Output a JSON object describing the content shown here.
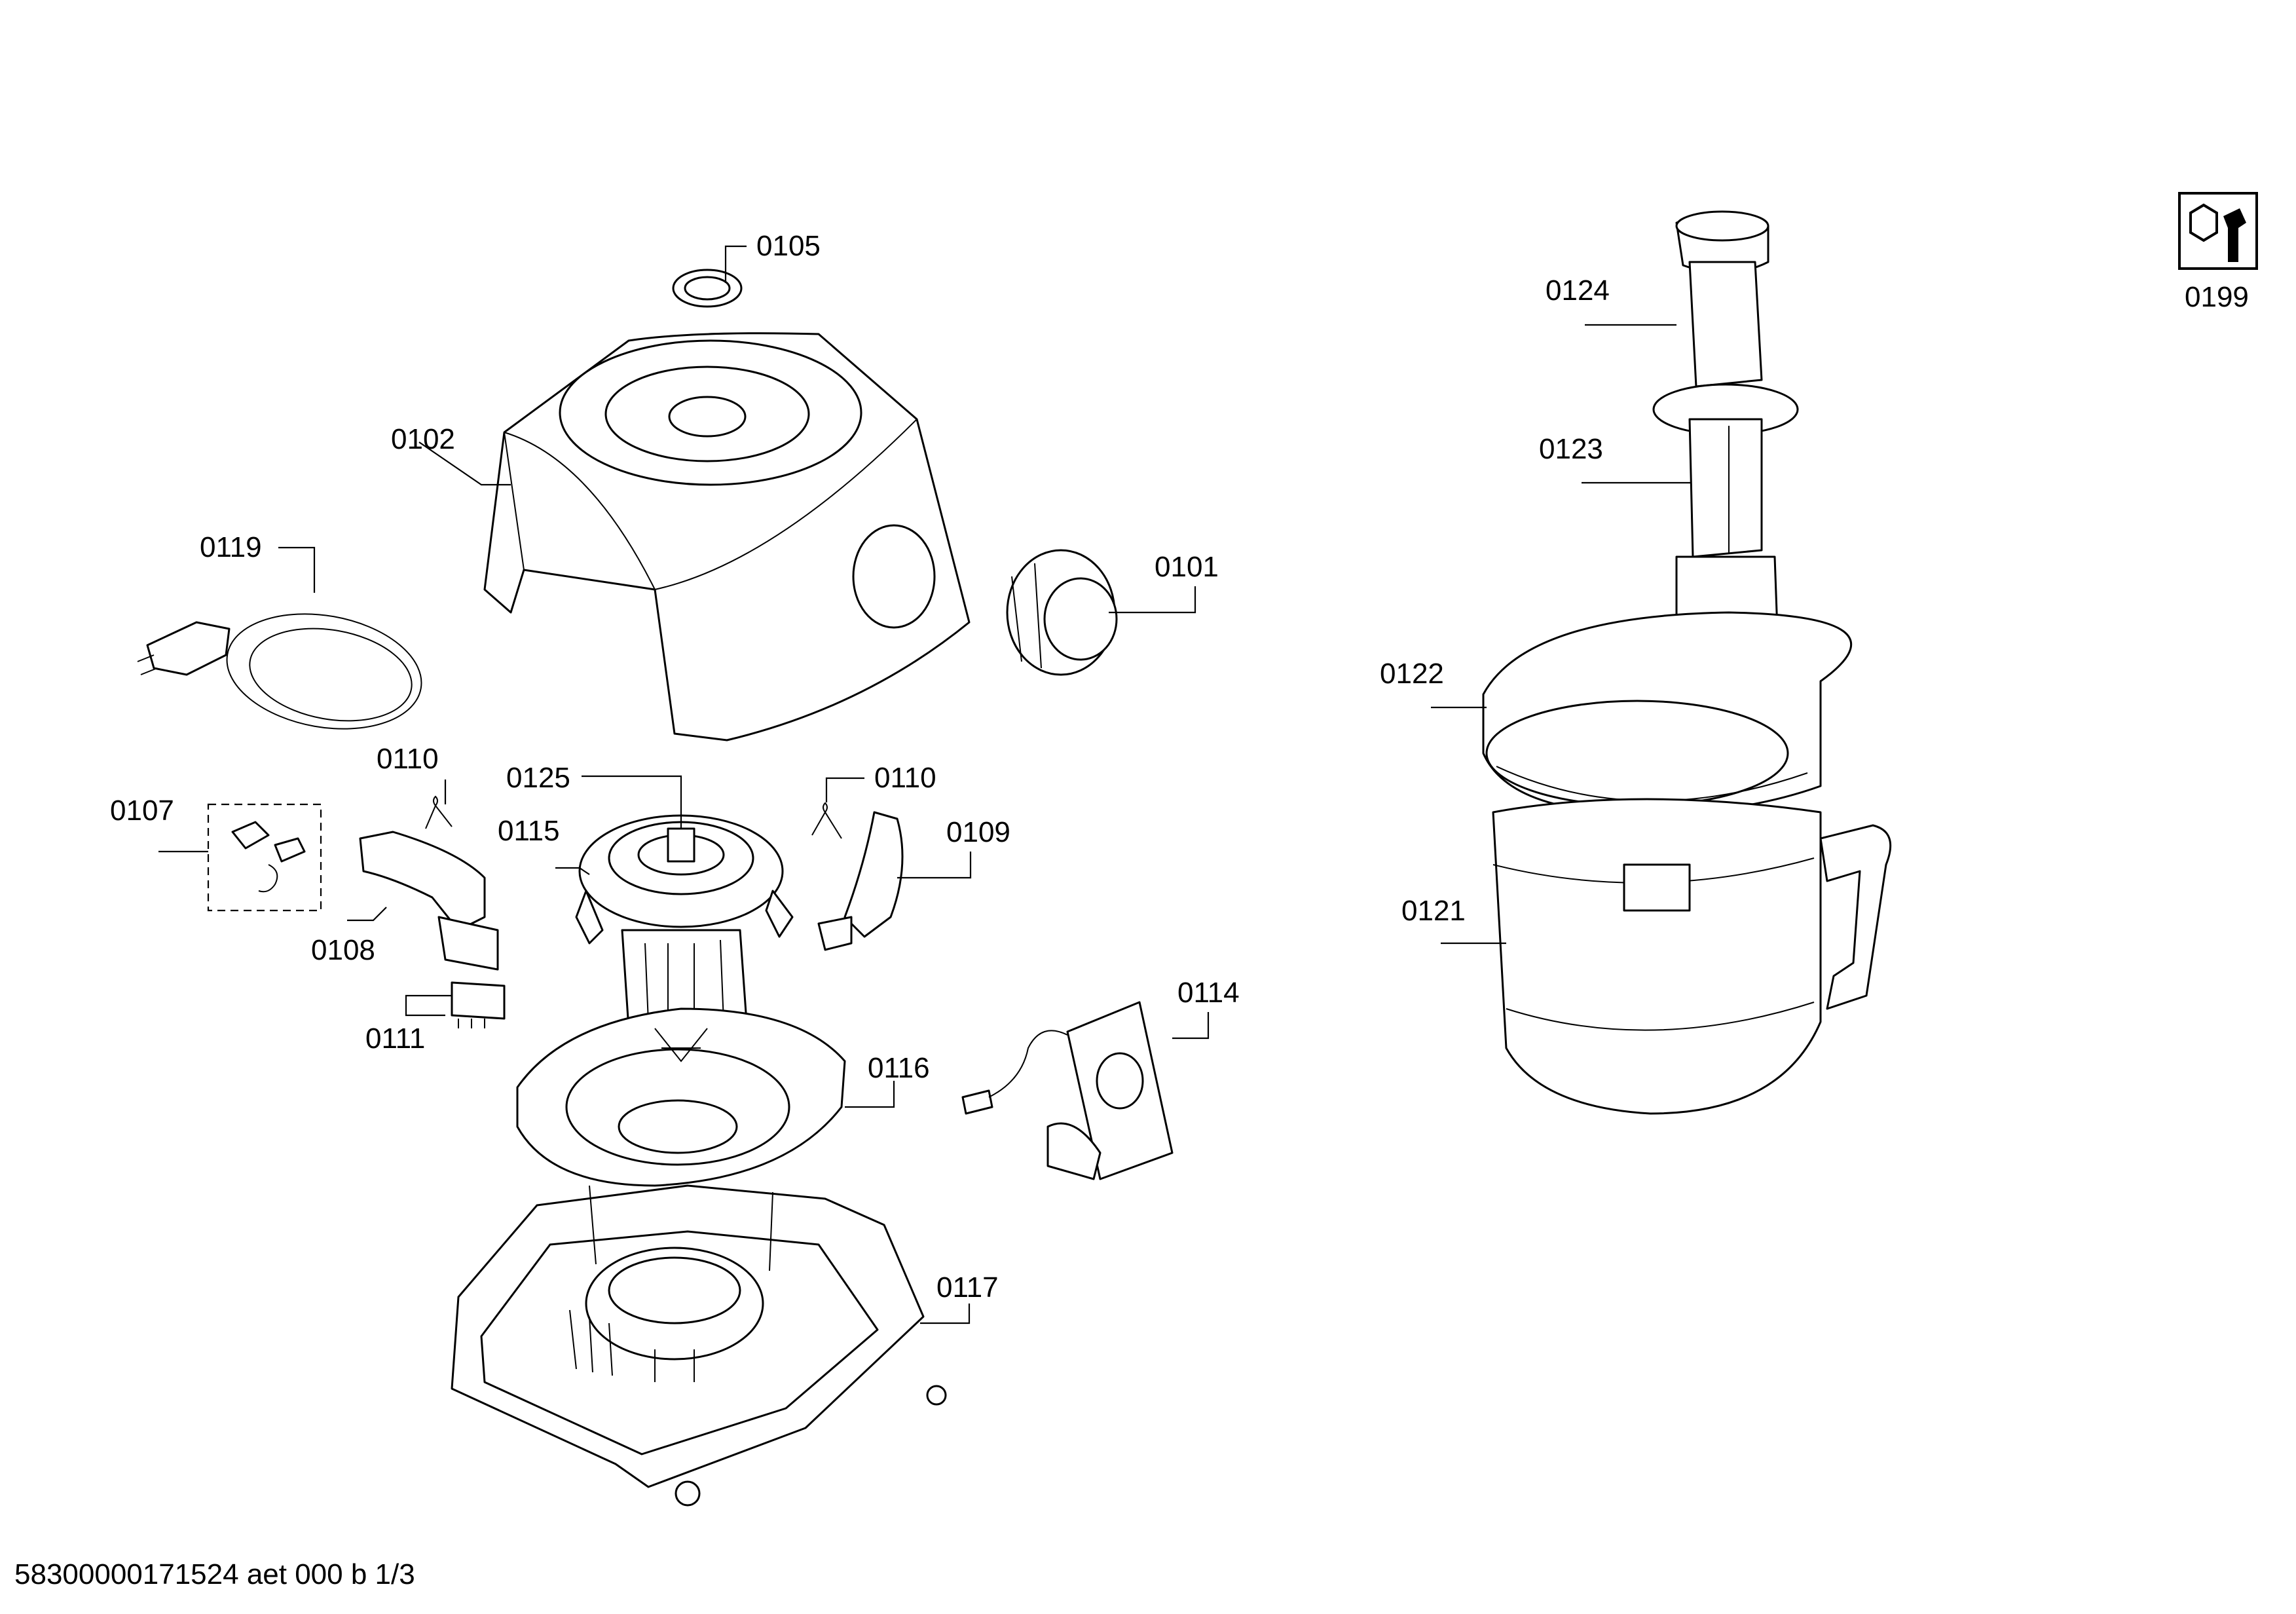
{
  "diagram": {
    "callouts": [
      {
        "id": "0105",
        "label": "0105"
      },
      {
        "id": "0102",
        "label": "0102"
      },
      {
        "id": "0119",
        "label": "0119"
      },
      {
        "id": "0101",
        "label": "0101"
      },
      {
        "id": "0110a",
        "label": "0110"
      },
      {
        "id": "0125",
        "label": "0125"
      },
      {
        "id": "0110b",
        "label": "0110"
      },
      {
        "id": "0107",
        "label": "0107"
      },
      {
        "id": "0115",
        "label": "0115"
      },
      {
        "id": "0109",
        "label": "0109"
      },
      {
        "id": "0108",
        "label": "0108"
      },
      {
        "id": "0111",
        "label": "0111"
      },
      {
        "id": "0114",
        "label": "0114"
      },
      {
        "id": "0116",
        "label": "0116"
      },
      {
        "id": "0117",
        "label": "0117"
      },
      {
        "id": "0124",
        "label": "0124"
      },
      {
        "id": "0123",
        "label": "0123"
      },
      {
        "id": "0122",
        "label": "0122"
      },
      {
        "id": "0121",
        "label": "0121"
      },
      {
        "id": "0199",
        "label": "0199"
      }
    ],
    "footer": "58300000171524 aet 000 b 1/3"
  }
}
